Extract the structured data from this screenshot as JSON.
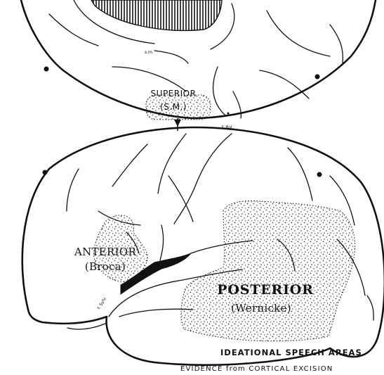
{
  "labels": {
    "superior": {
      "name": "SUPERIOR",
      "sub": "(S.M.)"
    },
    "anterior": {
      "name": "ANTERIOR",
      "sub": "(Broca)"
    },
    "posterior": {
      "name": "POSTERIOR",
      "sub": "(Wernicke)"
    },
    "fissure_top": "f. Rol.",
    "fissure_side": "f. Sylv.",
    "tiny_mark": "s.m."
  },
  "caption": {
    "line1": "IDEATIONAL SPEECH AREAS",
    "line2": "EVIDENCE from CORTICAL EXCISION"
  }
}
